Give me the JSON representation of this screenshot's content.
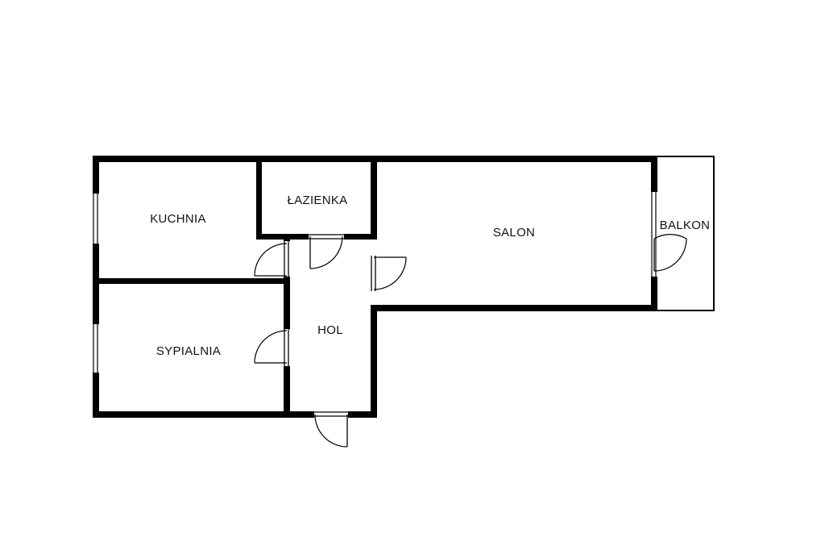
{
  "rooms": {
    "kitchen": "KUCHNIA",
    "bathroom": "ŁAZIENKA",
    "living_room": "SALON",
    "balcony": "BALKON",
    "hall": "HOL",
    "bedroom": "SYPIALNIA"
  }
}
